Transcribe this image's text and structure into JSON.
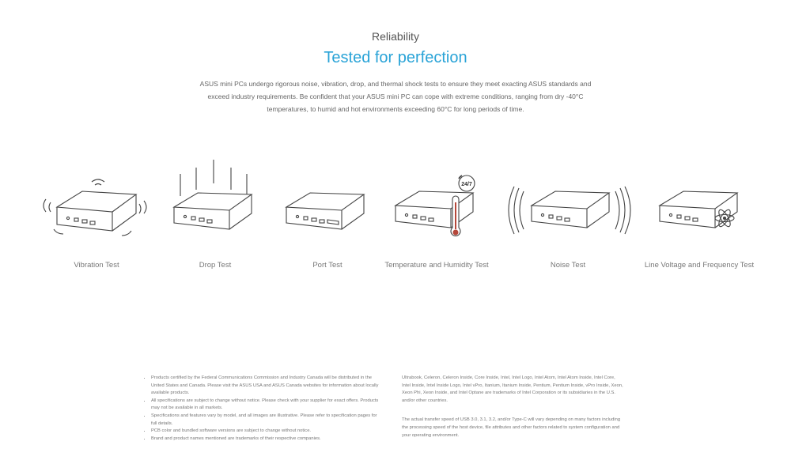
{
  "header": {
    "eyebrow": "Reliability",
    "headline": "Tested for perfection",
    "intro": "ASUS mini PCs undergo rigorous noise, vibration, drop, and thermal shock tests to ensure they meet exacting ASUS standards and exceed industry requirements. Be confident that your ASUS mini PC can cope with extreme conditions, ranging from dry -40°C temperatures, to humid and hot environments exceeding 60°C for long periods of time."
  },
  "tests": [
    {
      "label": "Vibration Test",
      "icon": "vibration-icon"
    },
    {
      "label": "Drop Test",
      "icon": "drop-icon"
    },
    {
      "label": "Port Test",
      "icon": "port-icon"
    },
    {
      "label": "Temperature and Humidity Test",
      "icon": "thermometer-icon",
      "badge": "24/7"
    },
    {
      "label": "Noise Test",
      "icon": "sound-waves-icon"
    },
    {
      "label": "Line Voltage and Frequency Test",
      "icon": "atom-icon"
    }
  ],
  "footnotes": {
    "left": [
      "Products certified by the Federal Communications Commission and Industry Canada will be distributed in the United States and Canada. Please visit the ASUS USA and ASUS Canada websites for information about locally available products.",
      "All specifications are subject to change without notice. Please check with your supplier for exact offers. Products may not be available in all markets.",
      "Specifications and features vary by model, and all images are illustrative. Please refer to specification pages for full details.",
      "PCB color and bundled software versions are subject to change without notice.",
      "Brand and product names mentioned are trademarks of their respective companies."
    ],
    "right": [
      "Ultrabook, Celeron, Celeron Inside, Core Inside, Intel, Intel Logo, Intel Atom, Intel Atom Inside, Intel Core, Intel Inside, Intel Inside Logo, Intel vPro, Itanium, Itanium Inside, Pentium, Pentium Inside, vPro Inside, Xeon, Xeon Phi, Xeon Inside, and Intel Optane are trademarks of Intel Corporation or its subsidiaries in the U.S. and/or other countries.",
      "The actual transfer speed of USB 3.0, 3.1, 3.2, and/or Type-C will vary depending on many factors including the processing speed of the host device, file attributes and other factors related to system configuration and your operating environment."
    ]
  }
}
